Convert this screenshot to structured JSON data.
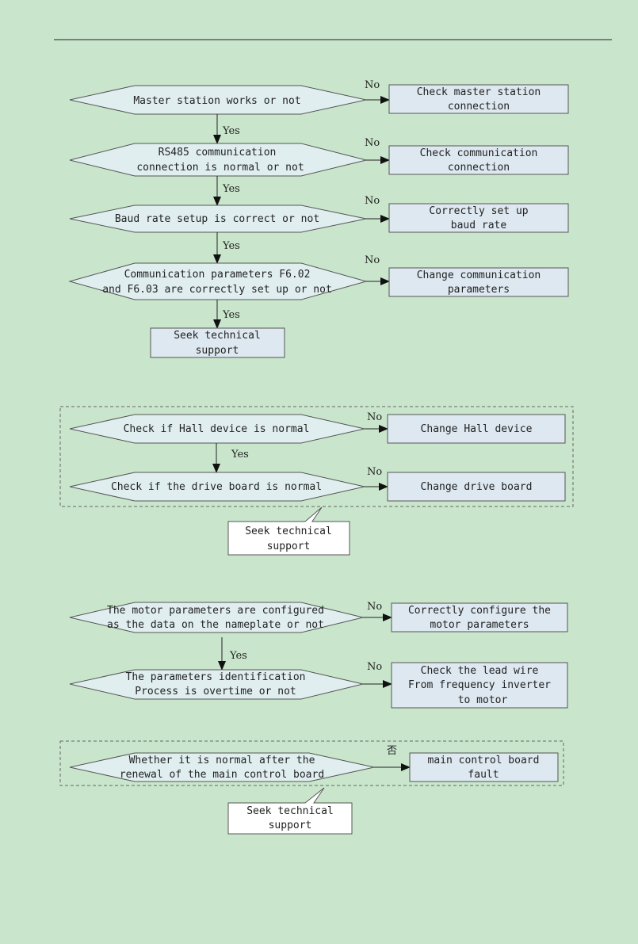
{
  "flowchart1": {
    "q1": "Master station works or not",
    "q1_no": "No",
    "a1": [
      "Check master station",
      "connection"
    ],
    "y1": "Yes",
    "q2": [
      "RS485 communication",
      "connection is normal or not"
    ],
    "q2_no": "No",
    "a2": [
      "Check communication",
      "connection"
    ],
    "y2": "Yes",
    "q3": "Baud rate setup is correct or not",
    "q3_no": "No",
    "a3": [
      "Correctly set up",
      "baud rate"
    ],
    "y3": "Yes",
    "q4": [
      "Communication parameters F6.02",
      "and F6.03 are correctly set up or not"
    ],
    "q4_no": "No",
    "a4": [
      "Change communication",
      "parameters"
    ],
    "y4": "Yes",
    "end": [
      "Seek technical",
      "support"
    ]
  },
  "flowchart2": {
    "q1": "Check if Hall device is normal",
    "q1_no": "No",
    "a1": "Change Hall device",
    "y1": "Yes",
    "q2": "Check if the drive board is normal",
    "q2_no": "No",
    "a2": "Change drive board",
    "end": [
      "Seek technical",
      "support"
    ]
  },
  "flowchart3": {
    "q1": [
      "The motor parameters are configured",
      "as the data on the nameplate or not"
    ],
    "q1_no": "No",
    "a1": [
      "Correctly configure the",
      "motor parameters"
    ],
    "y1": "Yes",
    "q2": [
      "The parameters identification",
      "Process is overtime or not"
    ],
    "q2_no": "No",
    "a2": [
      "Check the lead wire",
      "From frequency inverter",
      "to motor"
    ]
  },
  "flowchart4": {
    "q1": [
      "Whether it is normal after the",
      "renewal of the main control board"
    ],
    "q1_no": "否",
    "a1": [
      "main control board",
      "fault"
    ],
    "end": [
      "Seek technical",
      "support"
    ]
  }
}
